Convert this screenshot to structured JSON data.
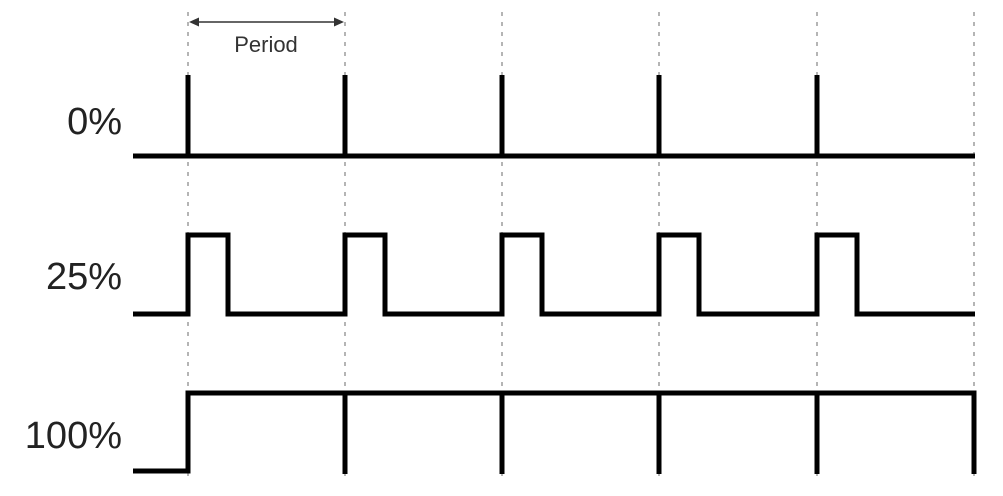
{
  "diagram": {
    "period_label": "Period",
    "rows": [
      {
        "label": "0%",
        "duty_cycle": 0
      },
      {
        "label": "25%",
        "duty_cycle": 0.25
      },
      {
        "label": "100%",
        "duty_cycle": 1
      }
    ],
    "pulse_count": 5,
    "colors": {
      "signal": "#000000",
      "guide": "#b5b5b5",
      "text": "#222222"
    }
  }
}
